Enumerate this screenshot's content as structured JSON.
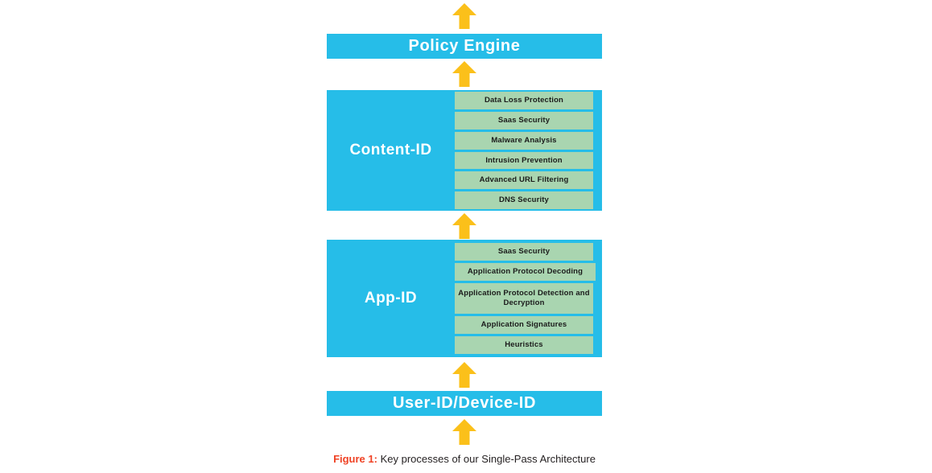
{
  "figure": {
    "caption_label": "Figure 1:",
    "caption_text": " Key processes of our Single-Pass Architecture",
    "colors": {
      "band_blue": "#26bde8",
      "pill_green": "#a9d5b0",
      "arrow_yellow": "#fbc01a",
      "caption_accent": "#ef4123",
      "band_text": "#ffffff",
      "pill_text": "#1b1b1b",
      "background": "#ffffff"
    }
  },
  "layers": {
    "policy_engine": {
      "title": "Policy Engine"
    },
    "content_id": {
      "title": "Content-ID",
      "items": [
        "Data Loss Protection",
        "Saas Security",
        "Malware Analysis",
        "Intrusion Prevention",
        "Advanced URL Filtering",
        "DNS Security"
      ]
    },
    "app_id": {
      "title": "App-ID",
      "items": [
        "Saas Security",
        "Application Protocol Decoding",
        "Application Protocol Detection and Decryption",
        "Application Signatures",
        "Heuristics"
      ]
    },
    "user_device_id": {
      "title": "User-ID/Device-ID"
    }
  },
  "arrows": {
    "count": 5,
    "direction": "up",
    "icon": "arrow-up-icon"
  }
}
